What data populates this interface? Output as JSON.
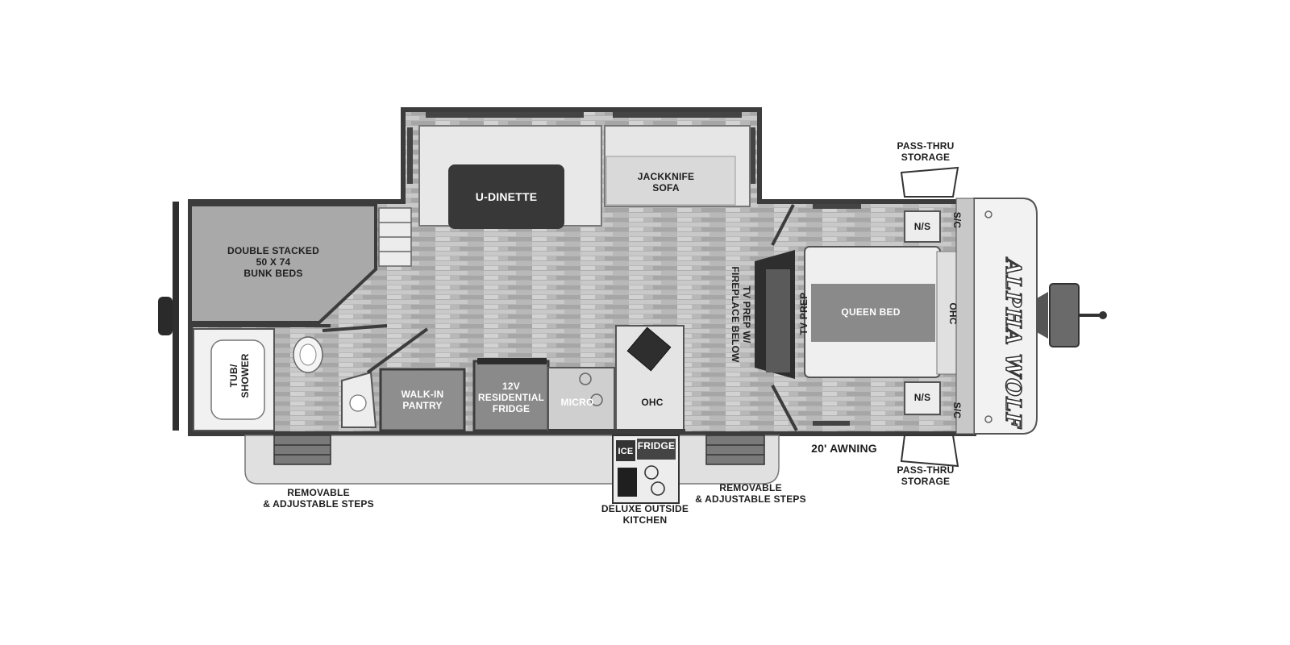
{
  "floorplan": {
    "brand": "ALPHA WOLF",
    "labels": {
      "u_dinette": "U-DINETTE",
      "jackknife_sofa": "JACKKNIFE\nSOFA",
      "bunk_beds": "DOUBLE STACKED\n50 X 74\nBUNK BEDS",
      "tub_shower": "TUB/\nSHOWER",
      "walk_in_pantry": "WALK-IN\nPANTRY",
      "fridge_12v": "12V\nRESIDENTIAL\nFRIDGE",
      "micro": "MICRO",
      "ohc_kitchen": "OHC",
      "tv_prep_fireplace": "TV PREP W/\nFIREPLACE BELOW",
      "tv_prep": "TV PREP",
      "queen_bed": "QUEEN BED",
      "ohc_bed": "OHC",
      "ns_top": "N/S",
      "ns_bottom": "N/S",
      "sc_top": "S/C",
      "sc_bottom": "S/C",
      "pass_thru_top": "PASS-THRU\nSTORAGE",
      "pass_thru_bottom": "PASS-THRU\nSTORAGE",
      "awning": "20' AWNING",
      "steps_left": "REMOVABLE\n& ADJUSTABLE STEPS",
      "steps_right": "REMOVABLE\n& ADJUSTABLE STEPS",
      "outside_kitchen": "DELUXE OUTSIDE\nKITCHEN",
      "ice": "ICE",
      "outside_fridge": "FRIDGE"
    },
    "colors": {
      "wall": "#3c3c3c",
      "floor": "#b9b9b9",
      "bed_fabric": "#8a8a8a",
      "dinette_table": "#3a3a3a",
      "furniture": "#e6e6e6"
    }
  }
}
